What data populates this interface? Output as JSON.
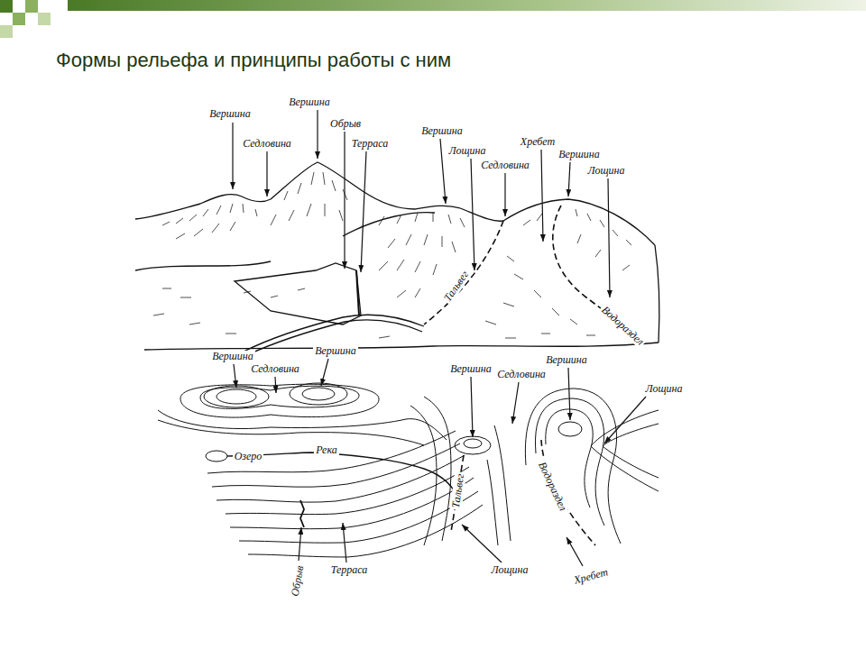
{
  "diagram": {
    "title": "Формы рельефа и принципы работы с ним",
    "labels": [
      "Вершина",
      "Седловина",
      "Вершина",
      "Обрыв",
      "Терраса",
      "Вершина",
      "Лощина",
      "Седловина",
      "Хребет",
      "Вершина",
      "Лощина",
      "Тальвег",
      "Водораздел",
      "Вершина",
      "Седловина",
      "Вершина",
      "Вершина",
      "Седловина",
      "Вершина",
      "Лощина",
      "Озеро",
      "Река",
      "Тальвег",
      "Водораздел",
      "Обрыв",
      "Терраса",
      "Лощина",
      "Хребет"
    ]
  }
}
